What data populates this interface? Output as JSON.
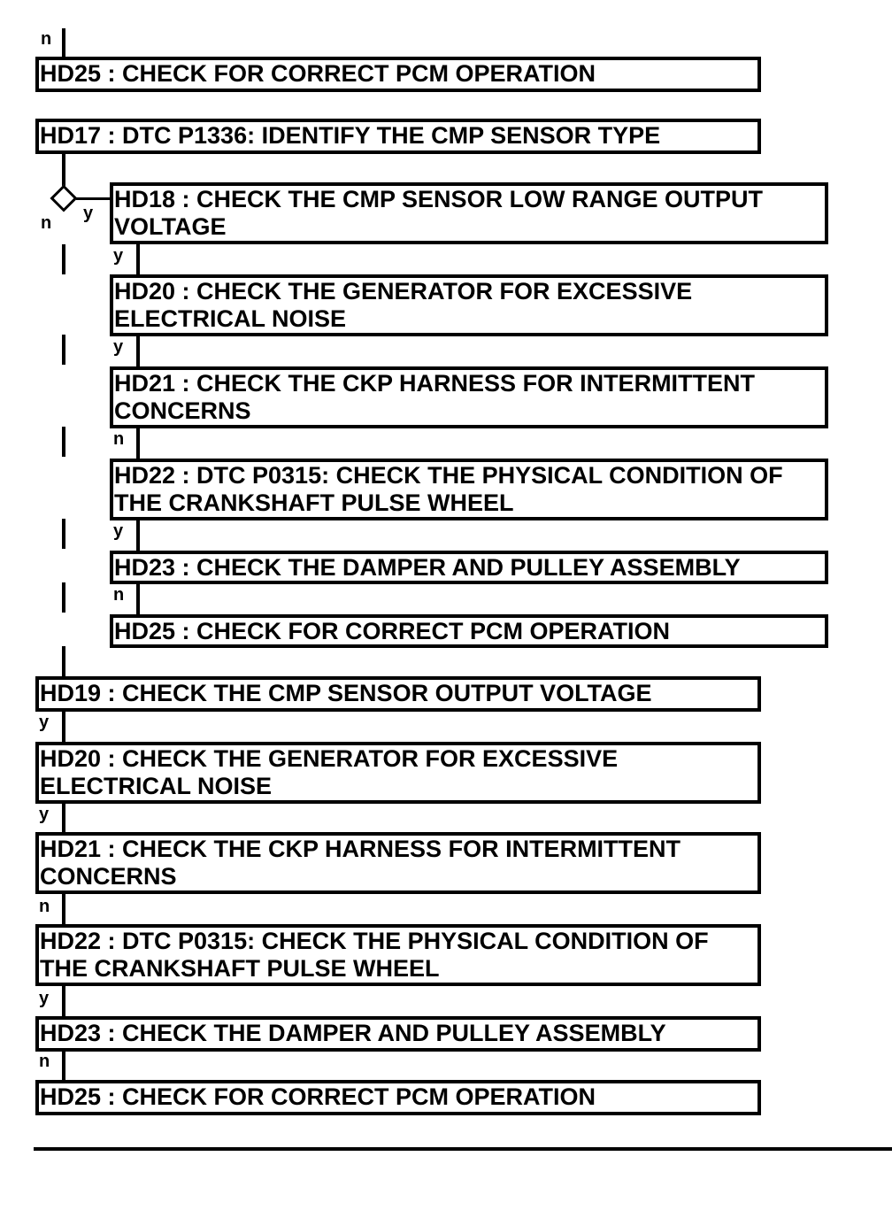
{
  "steps": {
    "top_hd25": "HD25 : CHECK FOR CORRECT PCM OPERATION",
    "hd17": "HD17 : DTC P1336: IDENTIFY THE CMP SENSOR TYPE",
    "branch_y": {
      "hd18": [
        "HD18 : CHECK THE CMP SENSOR LOW RANGE OUTPUT",
        "VOLTAGE"
      ],
      "hd20": [
        "HD20 : CHECK THE GENERATOR FOR EXCESSIVE",
        "ELECTRICAL NOISE"
      ],
      "hd21": [
        "HD21 : CHECK THE CKP HARNESS FOR INTERMITTENT",
        "CONCERNS"
      ],
      "hd22": [
        "HD22 : DTC P0315: CHECK THE PHYSICAL CONDITION OF",
        "THE CRANKSHAFT PULSE WHEEL"
      ],
      "hd23": "HD23 : CHECK THE DAMPER AND PULLEY ASSEMBLY",
      "hd25": "HD25 : CHECK FOR CORRECT PCM OPERATION"
    },
    "branch_n": {
      "hd19": "HD19 : CHECK THE CMP SENSOR OUTPUT VOLTAGE",
      "hd20": [
        "HD20 : CHECK THE GENERATOR FOR EXCESSIVE",
        "ELECTRICAL NOISE"
      ],
      "hd21": [
        "HD21 : CHECK THE CKP HARNESS FOR INTERMITTENT",
        "CONCERNS"
      ],
      "hd22": [
        "HD22 : DTC P0315: CHECK THE PHYSICAL CONDITION OF",
        "THE CRANKSHAFT PULSE WHEEL"
      ],
      "hd23": "HD23 : CHECK THE DAMPER AND PULLEY ASSEMBLY",
      "hd25": "HD25 : CHECK FOR CORRECT PCM OPERATION"
    }
  },
  "labels": {
    "top_n": "n",
    "diamond_n": "n",
    "diamond_y": "y",
    "by_1": "y",
    "by_2": "y",
    "by_3": "n",
    "by_4": "y",
    "by_5": "n",
    "bn_1": "y",
    "bn_2": "y",
    "bn_3": "n",
    "bn_4": "y",
    "bn_5": "n"
  },
  "colors": {
    "line": "#000000",
    "background": "#ffffff"
  }
}
